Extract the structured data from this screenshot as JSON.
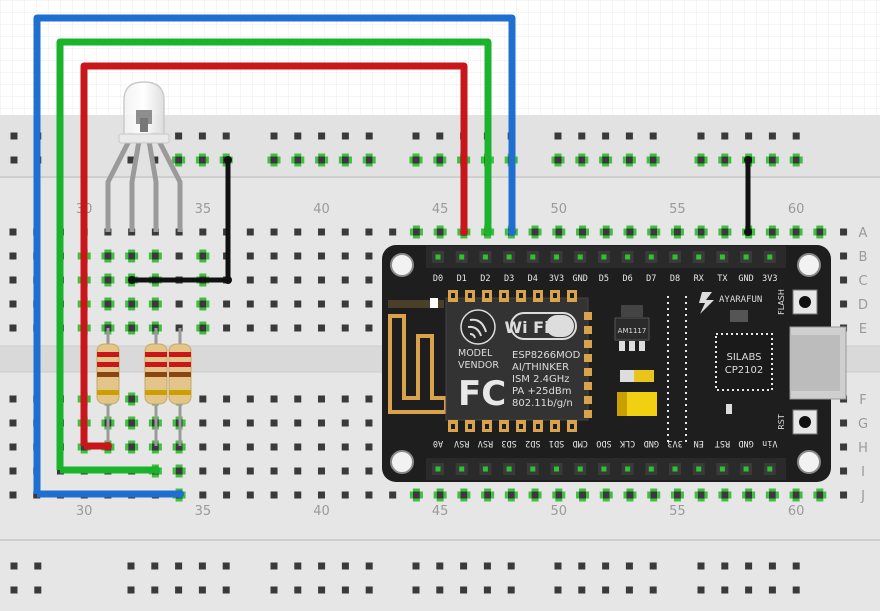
{
  "breadboard": {
    "column_numbers": [
      "30",
      "35",
      "40",
      "45",
      "50",
      "55",
      "60"
    ],
    "row_letters_top": [
      "A",
      "B",
      "C",
      "D",
      "E"
    ],
    "row_letters_bottom": [
      "F",
      "G",
      "H",
      "I",
      "J"
    ]
  },
  "board": {
    "top_pins": [
      "D0",
      "D1",
      "D2",
      "D3",
      "D4",
      "3V3",
      "GND",
      "D5",
      "D6",
      "D7",
      "D8",
      "RX",
      "TX",
      "GND",
      "3V3"
    ],
    "bottom_pins": [
      "A0",
      "RSV",
      "RSV",
      "SD3",
      "SD2",
      "SD1",
      "CMD",
      "SDO",
      "CLK",
      "GND",
      "3V3",
      "EN",
      "RST",
      "GND",
      "Vin"
    ],
    "wifi_logo": "Wi Fi",
    "model_label": "MODEL",
    "vendor_label": "VENDOR",
    "fcc_logo": "FC",
    "module_name": "ESP8266MOD",
    "module_vendor": "AI/THINKER",
    "module_spec_1": "ISM 2.4GHz",
    "module_spec_2": "PA +25dBm",
    "module_spec_3": "802.11b/g/n",
    "regulator_label": "AM1117",
    "brand_label": "AYARAFUN",
    "usb_chip_line1": "SILABS",
    "usb_chip_line2": "CP2102",
    "flash_button_label": "FLASH",
    "rst_button_label": "RST"
  },
  "colors": {
    "board": "#1e1e1e",
    "pin_header": "#2a2a2a",
    "wire_red": "#c8161b",
    "wire_green": "#1bb32c",
    "wire_blue": "#1f6fd1",
    "wire_black": "#111111",
    "breadboard": "#e8e8e8",
    "connected_hole": "#3fbf3f",
    "copper": "#d9a24c"
  }
}
